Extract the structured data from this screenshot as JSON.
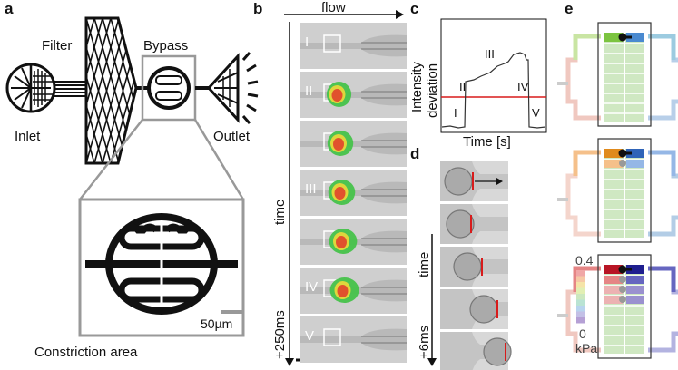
{
  "panels": {
    "a": {
      "letter": "a",
      "filter": "Filter",
      "bypass": "Bypass",
      "inlet": "Inlet",
      "outlet": "Outlet",
      "scale": "50µm",
      "constriction": "Constriction area"
    },
    "b": {
      "letter": "b",
      "flow": "flow",
      "time": "time",
      "time_offset": "+250ms",
      "frames": [
        "I",
        "II",
        "",
        "III",
        "",
        "IV",
        "V"
      ]
    },
    "c": {
      "letter": "c",
      "ylabel_line1": "Intensity",
      "ylabel_line2": "deviation",
      "xlabel": "Time [s]",
      "phases": [
        "I",
        "II",
        "III",
        "IV",
        "V"
      ]
    },
    "d": {
      "letter": "d",
      "time": "time",
      "time_offset": "+6ms"
    },
    "e": {
      "letter": "e",
      "colorbar_max": "0.4",
      "colorbar_min": "0",
      "colorbar_unit": "kPa"
    }
  },
  "colors": {
    "channel": "#111111",
    "threshold_line": "#d81b1b",
    "cell_red": "#e23a2a",
    "cell_green": "#46c24a"
  }
}
